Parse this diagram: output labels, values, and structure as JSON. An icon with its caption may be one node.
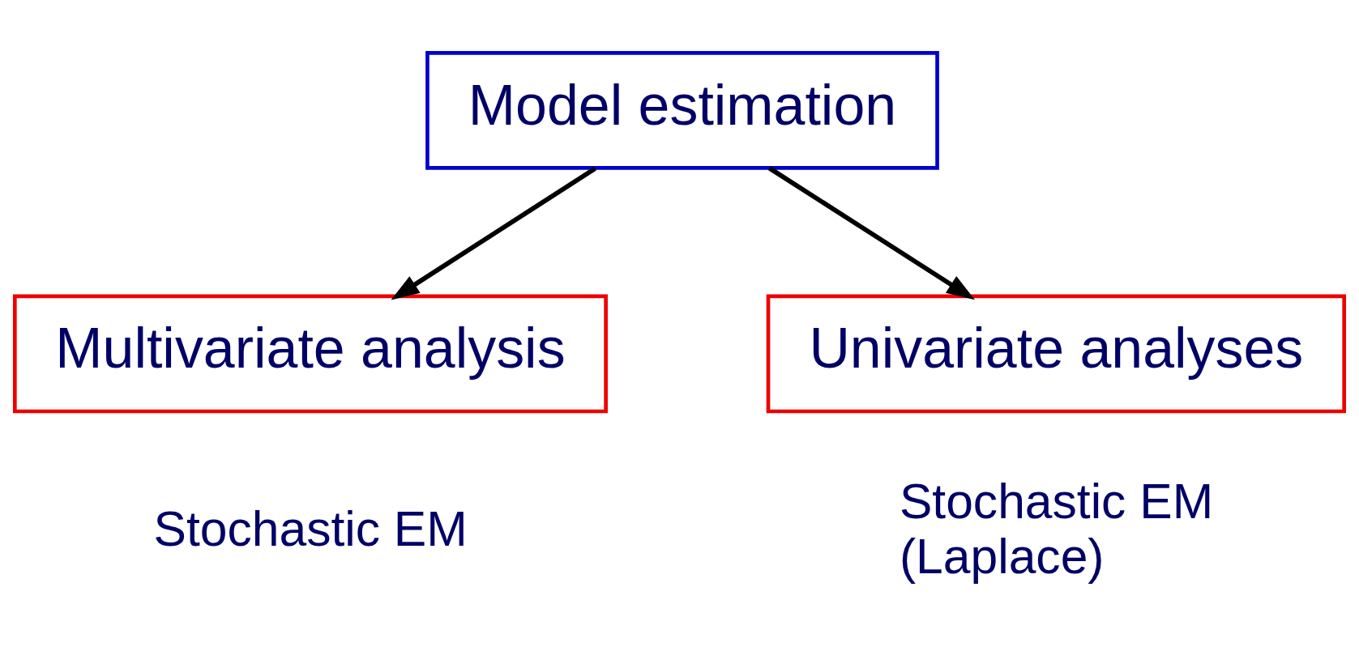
{
  "diagram": {
    "nodes": [
      {
        "text": [
          "Model estimation"
        ]
      },
      {
        "text": [
          "Multivariate analysis"
        ],
        "beside": [
          "Stochastic EM"
        ]
      },
      {
        "text": [
          "Univariate analyses"
        ],
        "beside": [
          "Stochastic EM",
          "(Laplace)"
        ]
      }
    ],
    "edges": [
      {
        "from": 0,
        "to": 1,
        "arrow": "to"
      },
      {
        "from": 0,
        "to": 2,
        "arrow": "to"
      }
    ]
  }
}
